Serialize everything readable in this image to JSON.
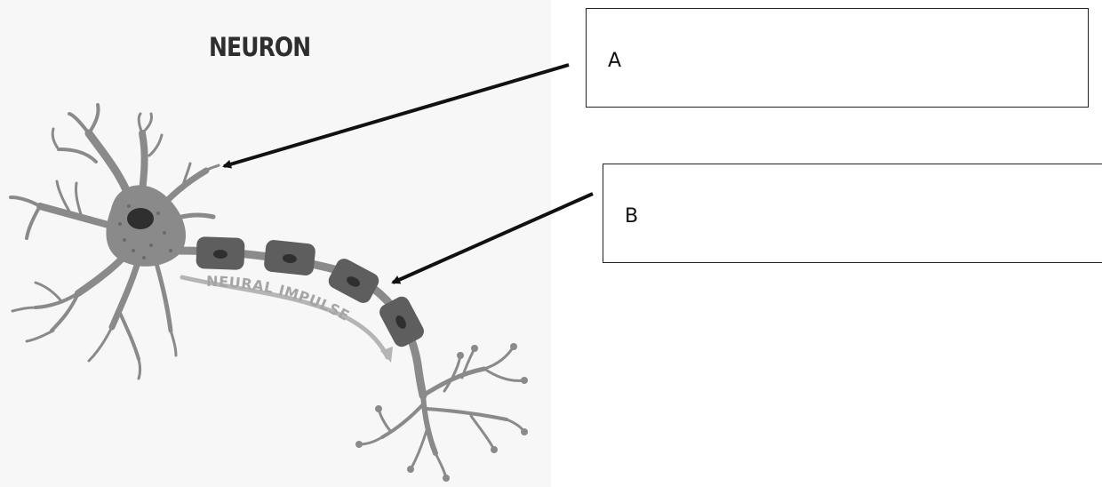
{
  "diagram": {
    "title": "NEURON",
    "impulse_label": "NEURAL IMPULSE"
  },
  "labels": [
    {
      "id": "A",
      "text": "A"
    },
    {
      "id": "B",
      "text": "B"
    }
  ],
  "colors": {
    "neuron_fill": "#8a8a8a",
    "myelin_fill": "#5e5e5e",
    "nucleus_fill": "#2f2f2f",
    "impulse_arrow": "#b5b5b5",
    "pointer_arrow": "#111111",
    "background_panel": "#f7f7f7"
  }
}
